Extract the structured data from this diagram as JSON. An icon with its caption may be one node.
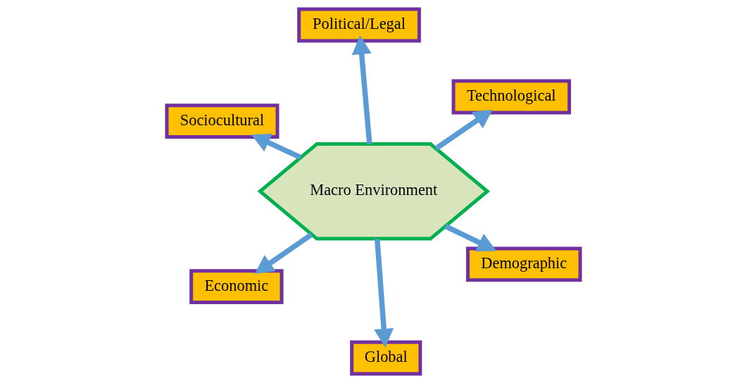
{
  "diagram": {
    "nodes": [
      {
        "text": [
          "Macro Environment"
        ]
      },
      {
        "text": [
          "Economic"
        ]
      },
      {
        "text": [
          "Demographic"
        ]
      },
      {
        "text": [
          "Sociocultural"
        ]
      },
      {
        "text": [
          "Political/Legal"
        ]
      },
      {
        "text": [
          "Global"
        ]
      },
      {
        "text": [
          "Technological"
        ]
      }
    ],
    "edges": [
      {
        "from": 0,
        "to": 1,
        "arrow": "to"
      },
      {
        "from": 0,
        "to": 2,
        "arrow": "to"
      },
      {
        "from": 0,
        "to": 3,
        "arrow": "to"
      },
      {
        "from": 0,
        "to": 4,
        "arrow": "to"
      },
      {
        "from": 0,
        "to": 5,
        "arrow": "to"
      },
      {
        "from": 0,
        "to": 6,
        "arrow": "to"
      }
    ]
  }
}
